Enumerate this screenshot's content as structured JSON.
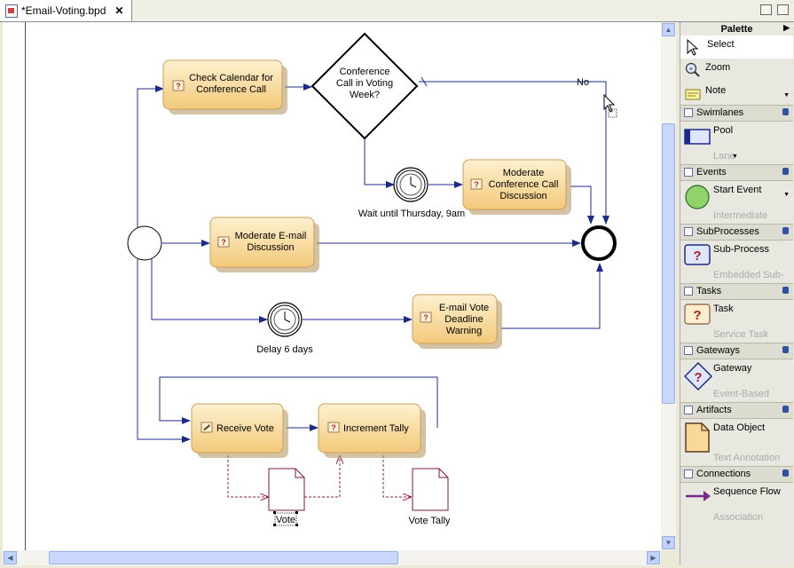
{
  "editor": {
    "tab_title": "*Email-Voting.bpd"
  },
  "diagram": {
    "tasks": {
      "check_calendar": "Check Calendar for Conference Call",
      "moderate_conf": "Moderate Conference Call Discussion",
      "moderate_email": "Moderate E-mail Discussion",
      "email_vote_warning": "E-mail Vote Deadline Warning",
      "receive_vote": "Receive Vote",
      "increment_tally": "Increment Tally"
    },
    "gateway_label": "Conference Call in Voting Week?",
    "flow_no_label": "No",
    "timers": {
      "wait_thursday": "Wait until Thursday, 9am",
      "delay_6": "Delay 6 days"
    },
    "data_objects": {
      "vote": "Vote",
      "vote_tally": "Vote Tally"
    }
  },
  "palette": {
    "title": "Palette",
    "tools": {
      "select": "Select",
      "zoom": "Zoom",
      "note": "Note"
    },
    "drawers": {
      "swimlanes": {
        "label": "Swimlanes",
        "items": [
          "Pool",
          "Lane"
        ]
      },
      "events": {
        "label": "Events",
        "items": [
          "Start Event",
          "Intermediate"
        ]
      },
      "subprocesses": {
        "label": "SubProcesses",
        "items": [
          "Sub-Process",
          "Embedded Sub-"
        ]
      },
      "tasks": {
        "label": "Tasks",
        "items": [
          "Task",
          "Service Task"
        ]
      },
      "gateways": {
        "label": "Gateways",
        "items": [
          "Gateway",
          "Event-Based"
        ]
      },
      "artifacts": {
        "label": "Artifacts",
        "items": [
          "Data Object",
          "Text Annotation"
        ]
      },
      "connections": {
        "label": "Connections",
        "items": [
          "Sequence Flow",
          "Association"
        ]
      }
    }
  },
  "colors": {
    "task_fill": "#f8d998",
    "flow": "#1c2a8a",
    "association": "#9b1c4a",
    "scroll": "#c1d3fb"
  }
}
